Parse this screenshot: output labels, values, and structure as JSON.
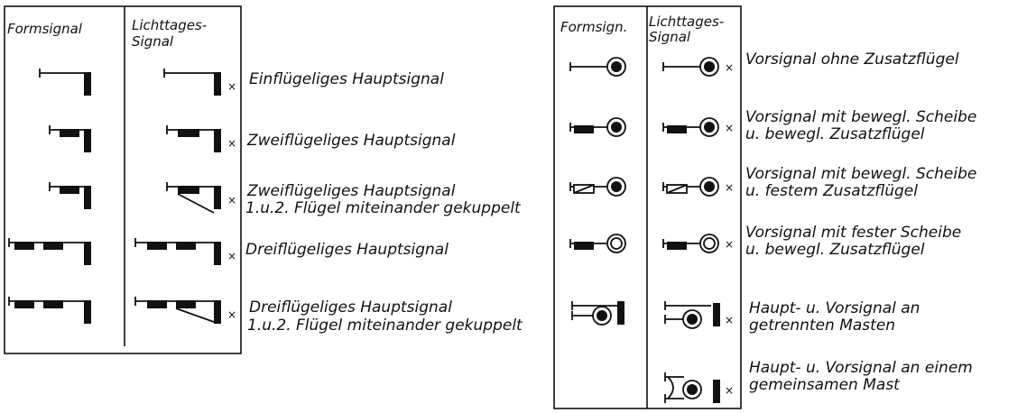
{
  "left_table": {
    "col_formsignal": "Formsignal",
    "col_lichttages": [
      "Lichttages-",
      "Signal"
    ],
    "rows": [
      [
        "Einflügeliges Hauptsignal"
      ],
      [
        "Zweiflügeliges Hauptsignal"
      ],
      [
        "Zweiflügeliges Hauptsignal",
        "1.u.2. Flügel miteinander gekuppelt"
      ],
      [
        "Dreiflügeliges Hauptsignal"
      ],
      [
        "Dreiflügeliges Hauptsignal",
        "1.u.2. Flügel miteinander gekuppelt"
      ]
    ]
  },
  "right_table": {
    "col_formsignal": "Formsign.",
    "col_lichttages": [
      "Lichttages-",
      "Signal"
    ],
    "rows": [
      [
        "Vorsignal ohne Zusatzflügel"
      ],
      [
        "Vorsignal mit bewegl. Scheibe",
        "u. bewegl. Zusatzflügel"
      ],
      [
        "Vorsignal mit bewegl. Scheibe",
        "u. festem Zusatzflügel"
      ],
      [
        "Vorsignal mit fester Scheibe",
        "u. bewegl. Zusatzflügel"
      ],
      [
        "Haupt- u. Vorsignal an",
        "getrennten Masten"
      ],
      [
        "Haupt- u. Vorsignal an einem",
        "gemeinsamen Mast"
      ]
    ]
  },
  "light_marker": "×"
}
